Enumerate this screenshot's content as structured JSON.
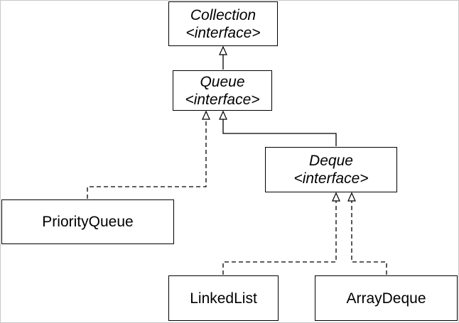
{
  "nodes": {
    "collection": {
      "name": "Collection",
      "stereotype": "<interface>"
    },
    "queue": {
      "name": "Queue",
      "stereotype": "<interface>"
    },
    "deque": {
      "name": "Deque",
      "stereotype": "<interface>"
    },
    "priorityqueue": {
      "name": "PriorityQueue"
    },
    "linkedlist": {
      "name": "LinkedList"
    },
    "arraydeque": {
      "name": "ArrayDeque"
    }
  },
  "edges": [
    {
      "from": "queue",
      "to": "collection",
      "style": "solid"
    },
    {
      "from": "deque",
      "to": "queue",
      "style": "solid"
    },
    {
      "from": "priorityqueue",
      "to": "queue",
      "style": "dashed"
    },
    {
      "from": "linkedlist",
      "to": "deque",
      "style": "dashed"
    },
    {
      "from": "arraydeque",
      "to": "deque",
      "style": "dashed"
    }
  ],
  "colors": {
    "line": "#000000",
    "box_fill": "#ffffff"
  }
}
